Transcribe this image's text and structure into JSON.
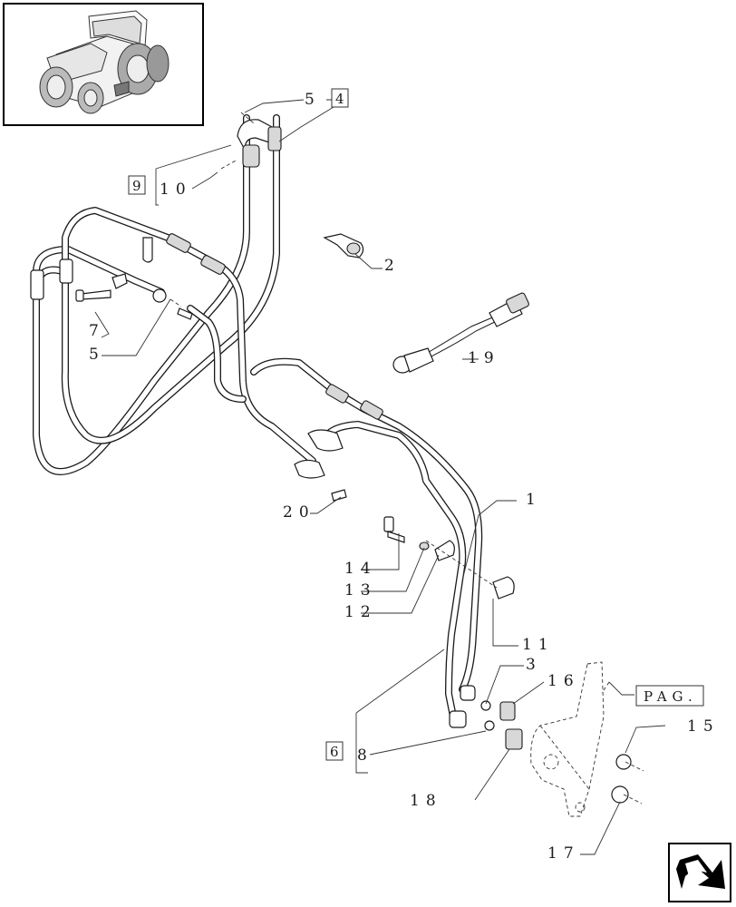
{
  "labels": {
    "l1": "1",
    "l2": "2",
    "l3": "3",
    "l4": "4",
    "l5a": "5",
    "l5b": "5",
    "l6": "6",
    "l7": "7",
    "l8": "8",
    "l9": "9",
    "l10": "10",
    "l11": "11",
    "l12": "12",
    "l13": "13",
    "l14": "14",
    "l15": "15",
    "l16": "16",
    "l17": "17",
    "l18": "18",
    "l19": "19",
    "l20": "20"
  },
  "pag_reference": "PAG.",
  "icons": {
    "thumbnail": "tractor-thumbnail-icon",
    "navigation": "next-page-arrow-icon"
  }
}
